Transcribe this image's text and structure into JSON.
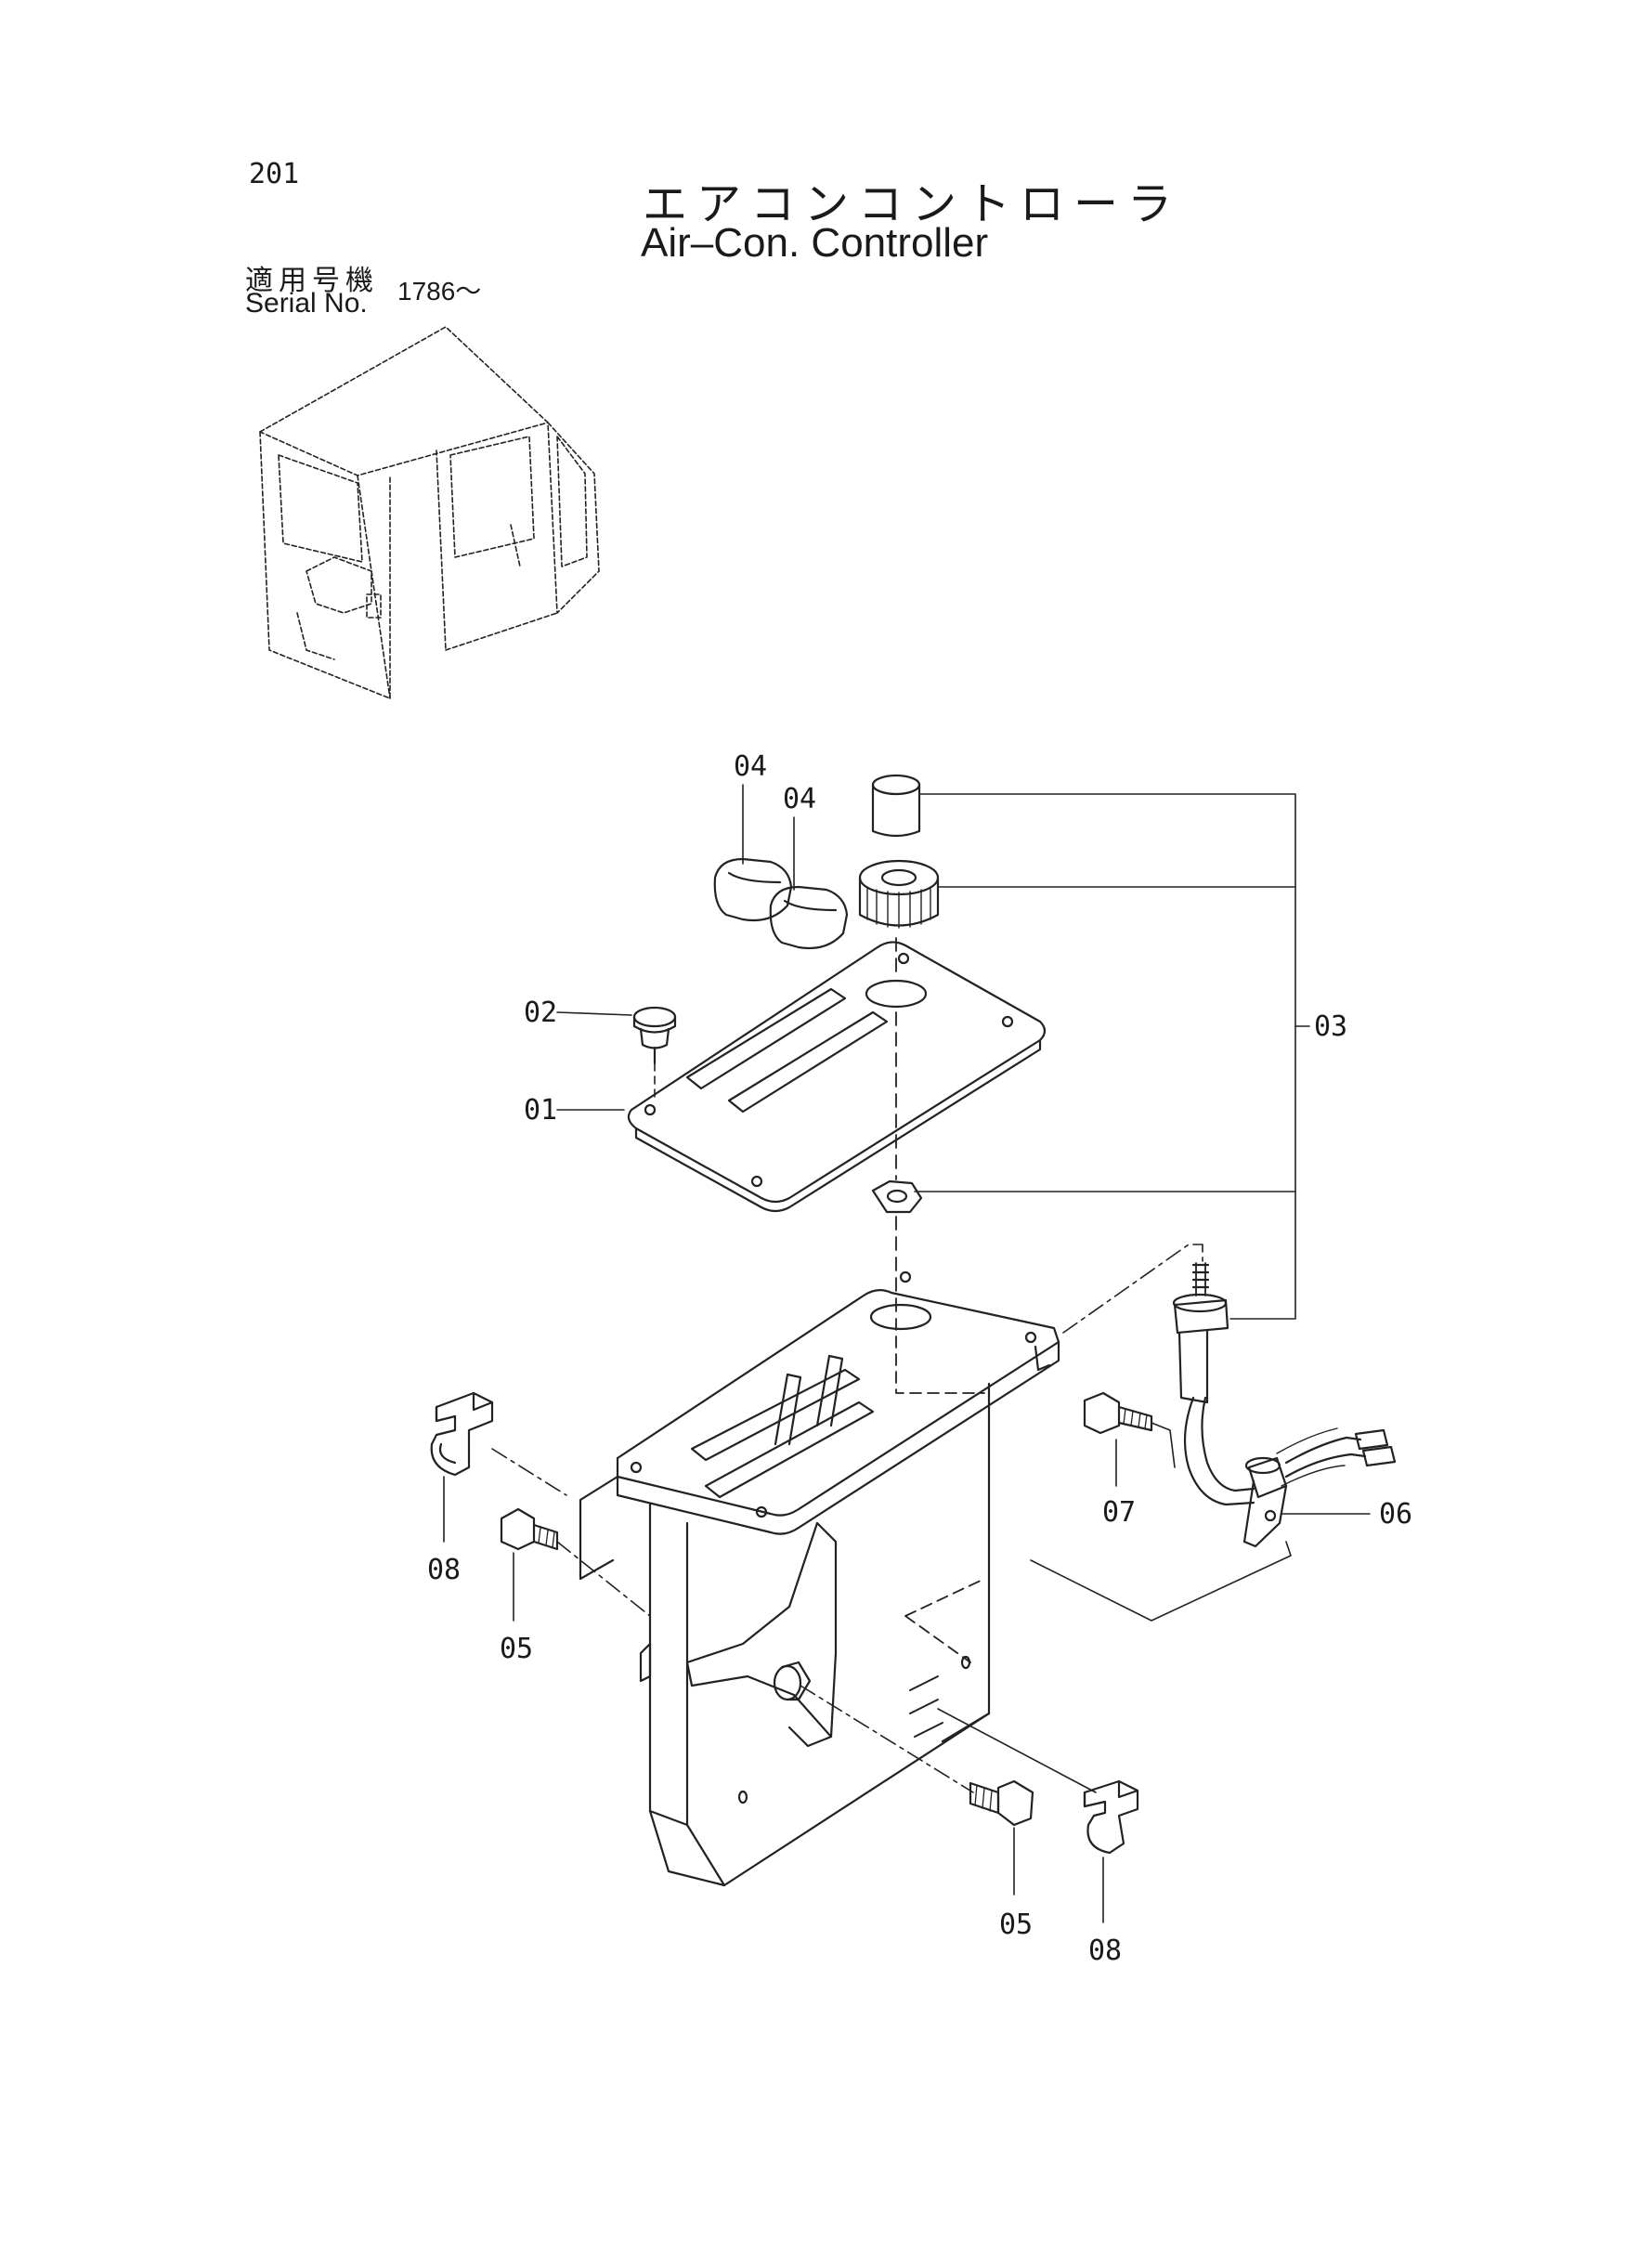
{
  "page_number": "201",
  "title_jp": "エアコンコントローラ",
  "title_en": "Air–Con.  Controller",
  "serial": {
    "label_jp": "適用号機",
    "label_en": "Serial No.",
    "value": "1786～"
  },
  "callouts": {
    "c01": "01",
    "c02": "02",
    "c03": "03",
    "c04a": "04",
    "c04b": "04",
    "c05a": "05",
    "c05b": "05",
    "c06": "06",
    "c07": "07",
    "c08a": "08",
    "c08b": "08"
  }
}
